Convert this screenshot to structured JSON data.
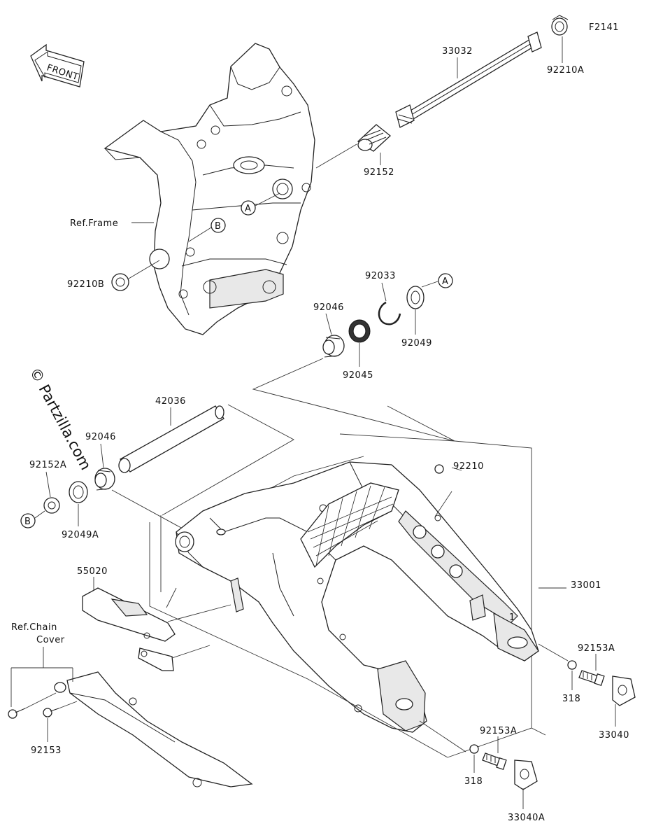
{
  "figure_code": "F2141",
  "front_arrow_label": "FRONT",
  "watermark": "© Partzilla.com",
  "labels": {
    "p33032": "33032",
    "p92210A": "92210A",
    "p92152": "92152",
    "ref_frame": "Ref.Frame",
    "p92210B": "92210B",
    "p92033": "92033",
    "p92049": "92049",
    "p92046_top": "92046",
    "p92045": "92045",
    "p42036": "42036",
    "p92046_left": "92046",
    "p92152A": "92152A",
    "p92049A": "92049A",
    "p92210": "92210",
    "p33001": "33001",
    "p55020": "55020",
    "ref_chain_cover_1": "Ref.Chain",
    "ref_chain_cover_2": "Cover",
    "p92153": "92153",
    "p92153A_right": "92153A",
    "p318_right": "318",
    "p33040": "33040",
    "p92153A_bottom": "92153A",
    "p318_bottom": "318",
    "p33040A": "33040A"
  },
  "callouts": {
    "a1": "A",
    "a2": "A",
    "b1": "B",
    "b2": "B",
    "index1": "1"
  }
}
